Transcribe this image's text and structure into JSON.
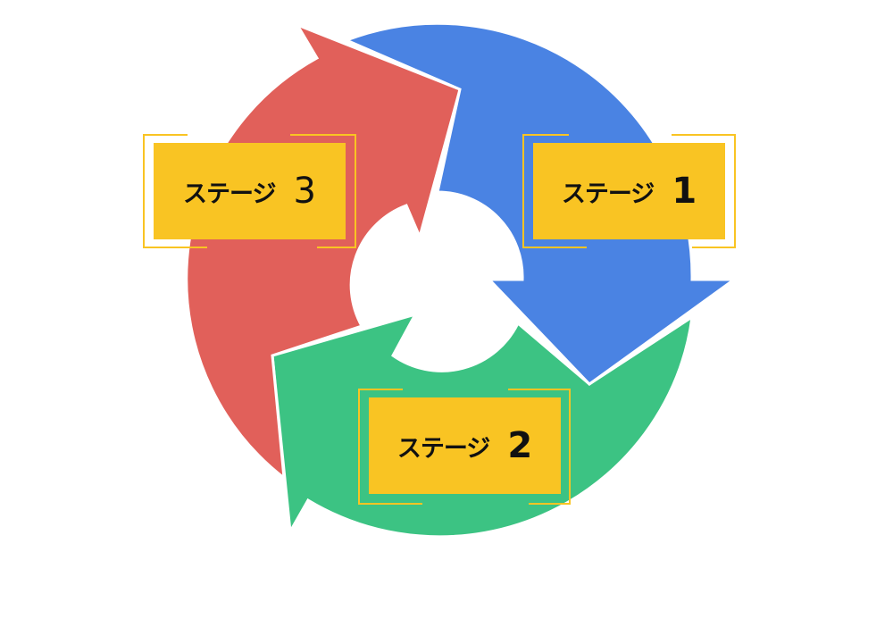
{
  "colors": {
    "stage1": "#4A83E3",
    "stage2": "#3CC383",
    "stage3": "#E1605A",
    "label": "#F9C423"
  },
  "stages": [
    {
      "word": "ステージ",
      "number": "1"
    },
    {
      "word": "ステージ",
      "number": "2"
    },
    {
      "word": "ステージ",
      "number": "3"
    }
  ]
}
